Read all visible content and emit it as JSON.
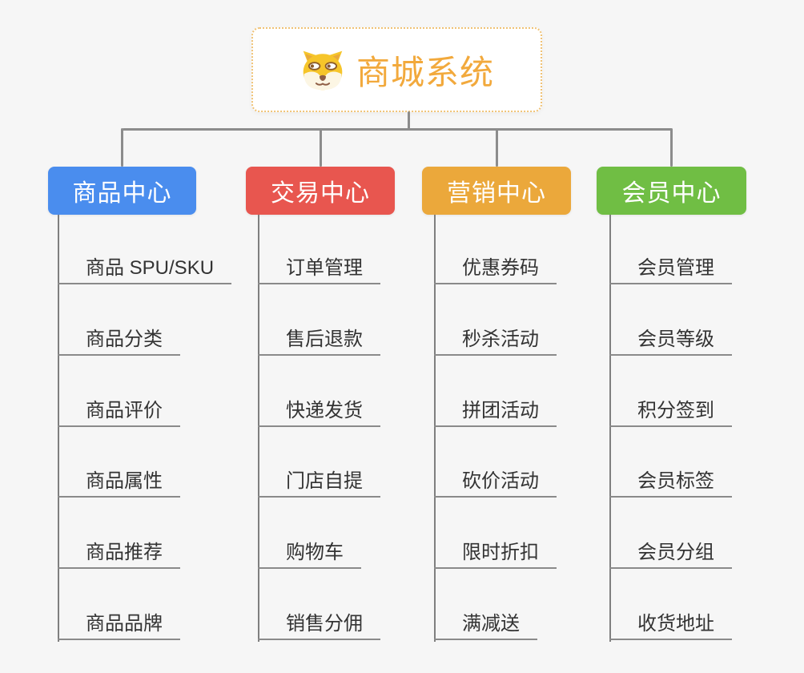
{
  "root": {
    "title": "商城系统",
    "icon": "doge-face-icon"
  },
  "branches": [
    {
      "id": "product-center",
      "label": "商品中心",
      "color": "#4A8DEE",
      "children": [
        "商品 SPU/SKU",
        "商品分类",
        "商品评价",
        "商品属性",
        "商品推荐",
        "商品品牌"
      ]
    },
    {
      "id": "trade-center",
      "label": "交易中心",
      "color": "#E8564F",
      "children": [
        "订单管理",
        "售后退款",
        "快递发货",
        "门店自提",
        "购物车",
        "销售分佣"
      ]
    },
    {
      "id": "marketing-center",
      "label": "营销中心",
      "color": "#EBA83B",
      "children": [
        "优惠券码",
        "秒杀活动",
        "拼团活动",
        "砍价活动",
        "限时折扣",
        "满减送"
      ]
    },
    {
      "id": "member-center",
      "label": "会员中心",
      "color": "#70BE44",
      "children": [
        "会员管理",
        "会员等级",
        "积分签到",
        "会员标签",
        "会员分组",
        "收货地址"
      ]
    }
  ],
  "colors": {
    "root_title": "#F2A93C",
    "root_border": "#F0C275",
    "connector": "#8C8C8C",
    "leaf_underline": "#8A8A8A",
    "leaf_text": "#333333",
    "background": "#F6F6F6"
  }
}
